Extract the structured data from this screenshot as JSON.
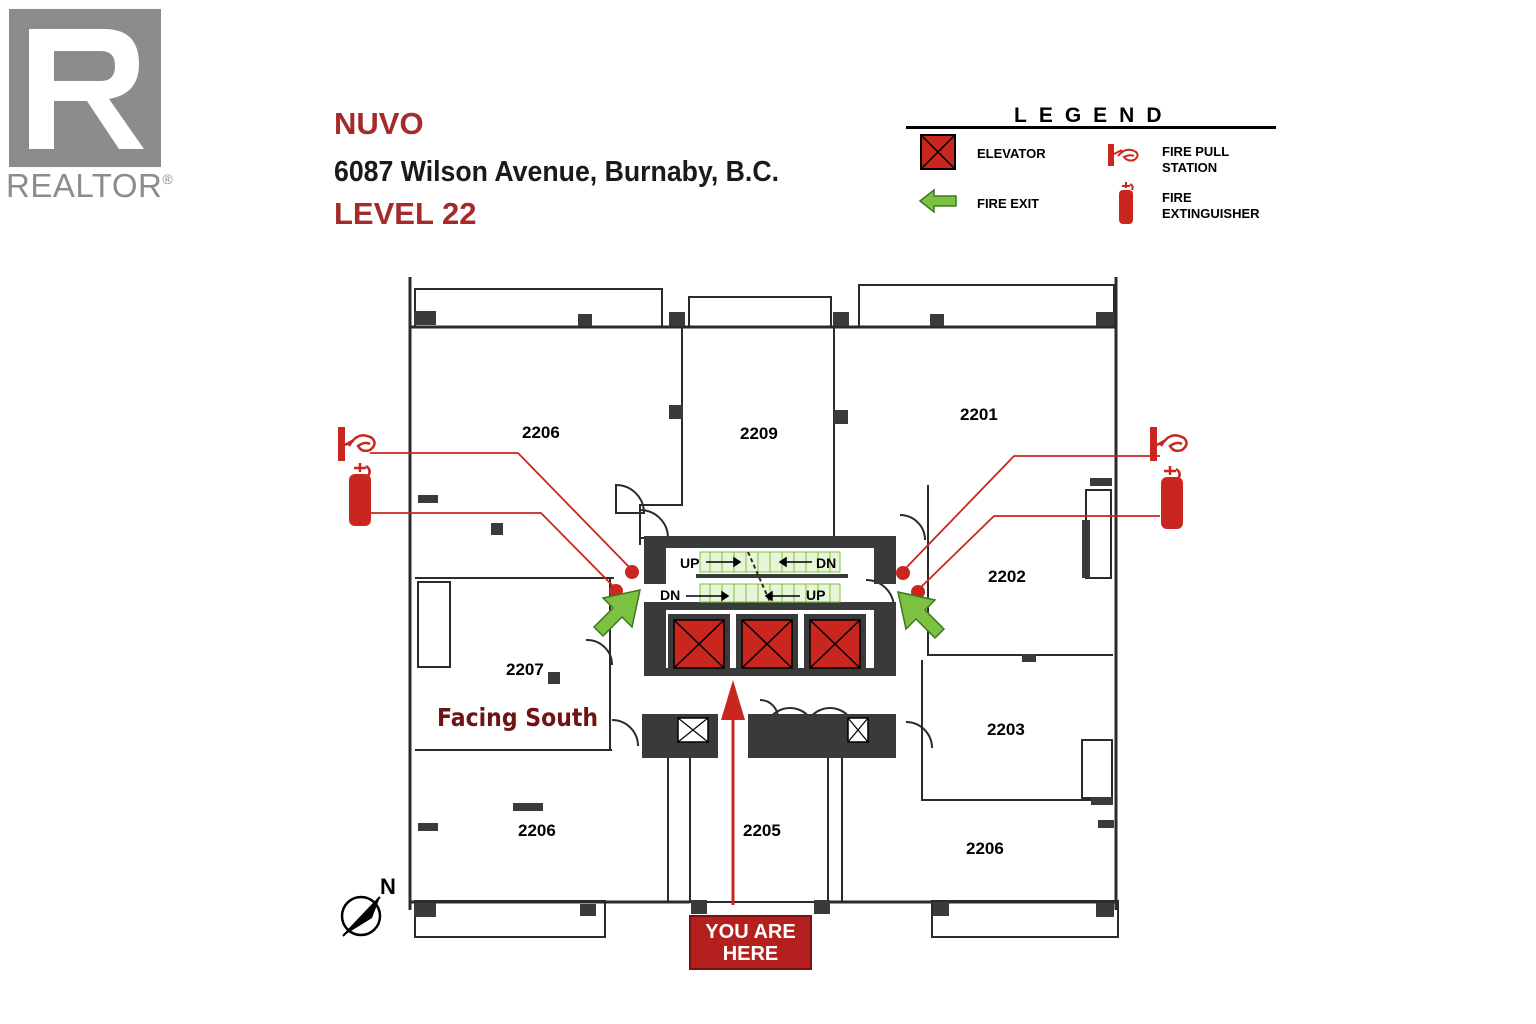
{
  "logo": {
    "text": "REALTOR",
    "mark": "®"
  },
  "header": {
    "name": "NUVO",
    "address": "6087 Wilson Avenue, Burnaby, B.C.",
    "level": "LEVEL 22"
  },
  "legend": {
    "title": "LEGEND",
    "elevator": "ELEVATOR",
    "fire_exit": "FIRE EXIT",
    "fire_pull_1": "FIRE PULL",
    "fire_pull_2": "STATION",
    "extinguisher_1": "FIRE",
    "extinguisher_2": "EXTINGUISHER"
  },
  "units": {
    "u2206_top": "2206",
    "u2209": "2209",
    "u2201": "2201",
    "u2202": "2202",
    "u2207": "2207",
    "u2203": "2203",
    "u2206_bottom_left": "2206",
    "u2205": "2205",
    "u2206_bottom_right": "2206"
  },
  "stairs": {
    "up_1": "UP",
    "dn_1": "DN",
    "dn_2": "DN",
    "up_2": "UP"
  },
  "facing": "Facing South",
  "you_are_here_1": "YOU ARE",
  "you_are_here_2": "HERE",
  "north": "N",
  "colors": {
    "brand_red": "#a52a2a",
    "elevator_red": "#c8261e",
    "exit_green": "#7cc142",
    "wall": "#3a3a3a"
  }
}
